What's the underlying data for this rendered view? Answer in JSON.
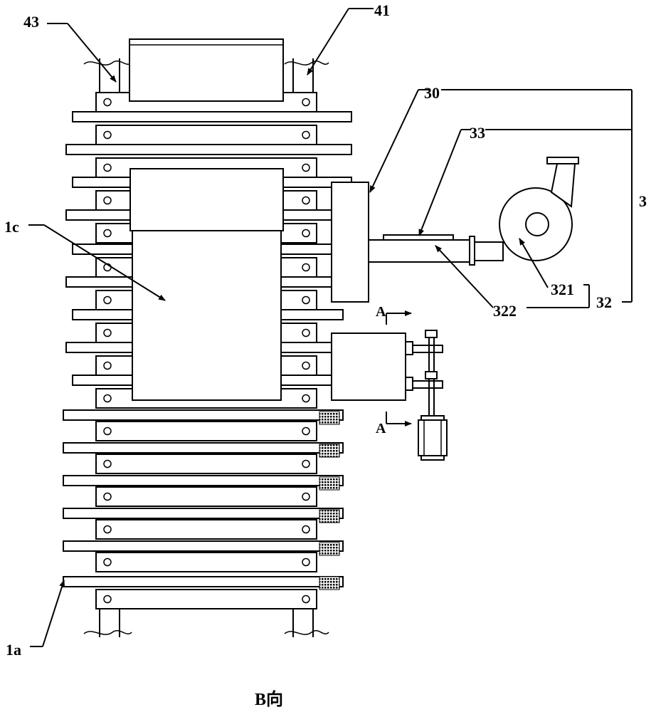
{
  "labels": {
    "l43": "43",
    "l41": "41",
    "l30": "30",
    "l33": "33",
    "l3": "3",
    "l1c": "1c",
    "l321": "321",
    "l32": "32",
    "l322": "322",
    "lA1": "A",
    "lA2": "A",
    "l1a": "1a"
  },
  "caption": "B向"
}
